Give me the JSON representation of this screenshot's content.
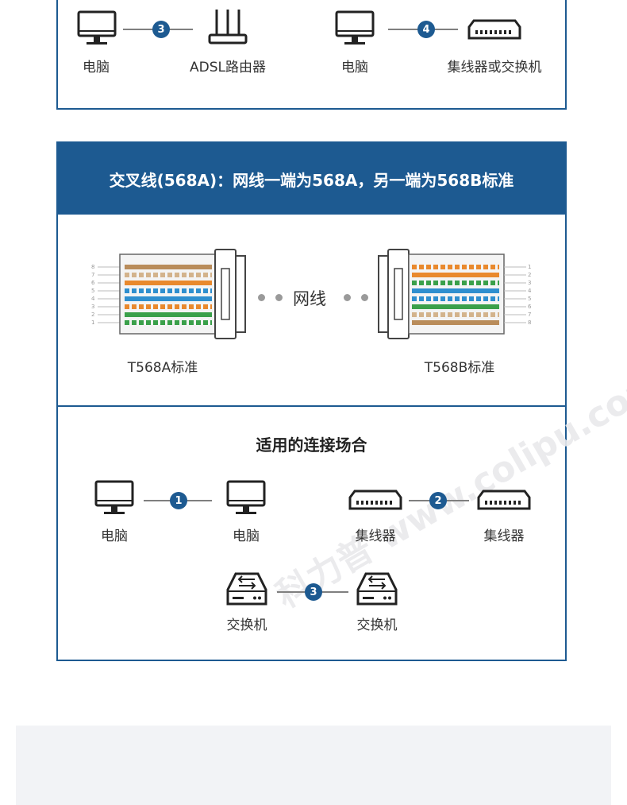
{
  "top_panel": {
    "pairs": [
      {
        "number": "3",
        "left_label": "电脑",
        "right_label": "ADSL路由器"
      },
      {
        "number": "4",
        "left_label": "电脑",
        "right_label": "集线器或交换机"
      }
    ]
  },
  "crossover": {
    "title": "交叉线(568A)：网线一端为568A，另一端为568B标准",
    "left_connector_label": "T568A标准",
    "right_connector_label": "T568B标准",
    "cable_label": "网线",
    "section_title": "适用的连接场合",
    "connections": [
      {
        "number": "1",
        "left_label": "电脑",
        "right_label": "电脑"
      },
      {
        "number": "2",
        "left_label": "集线器",
        "right_label": "集线器"
      },
      {
        "number": "3",
        "left_label": "交换机",
        "right_label": "交换机"
      }
    ],
    "pin_numbers": [
      "1",
      "2",
      "3",
      "4",
      "5",
      "6",
      "7",
      "8"
    ]
  },
  "watermark": "科力普 www.colipu.com",
  "colors": {
    "accent": "#1d5a91",
    "line": "#7f7f7f"
  }
}
